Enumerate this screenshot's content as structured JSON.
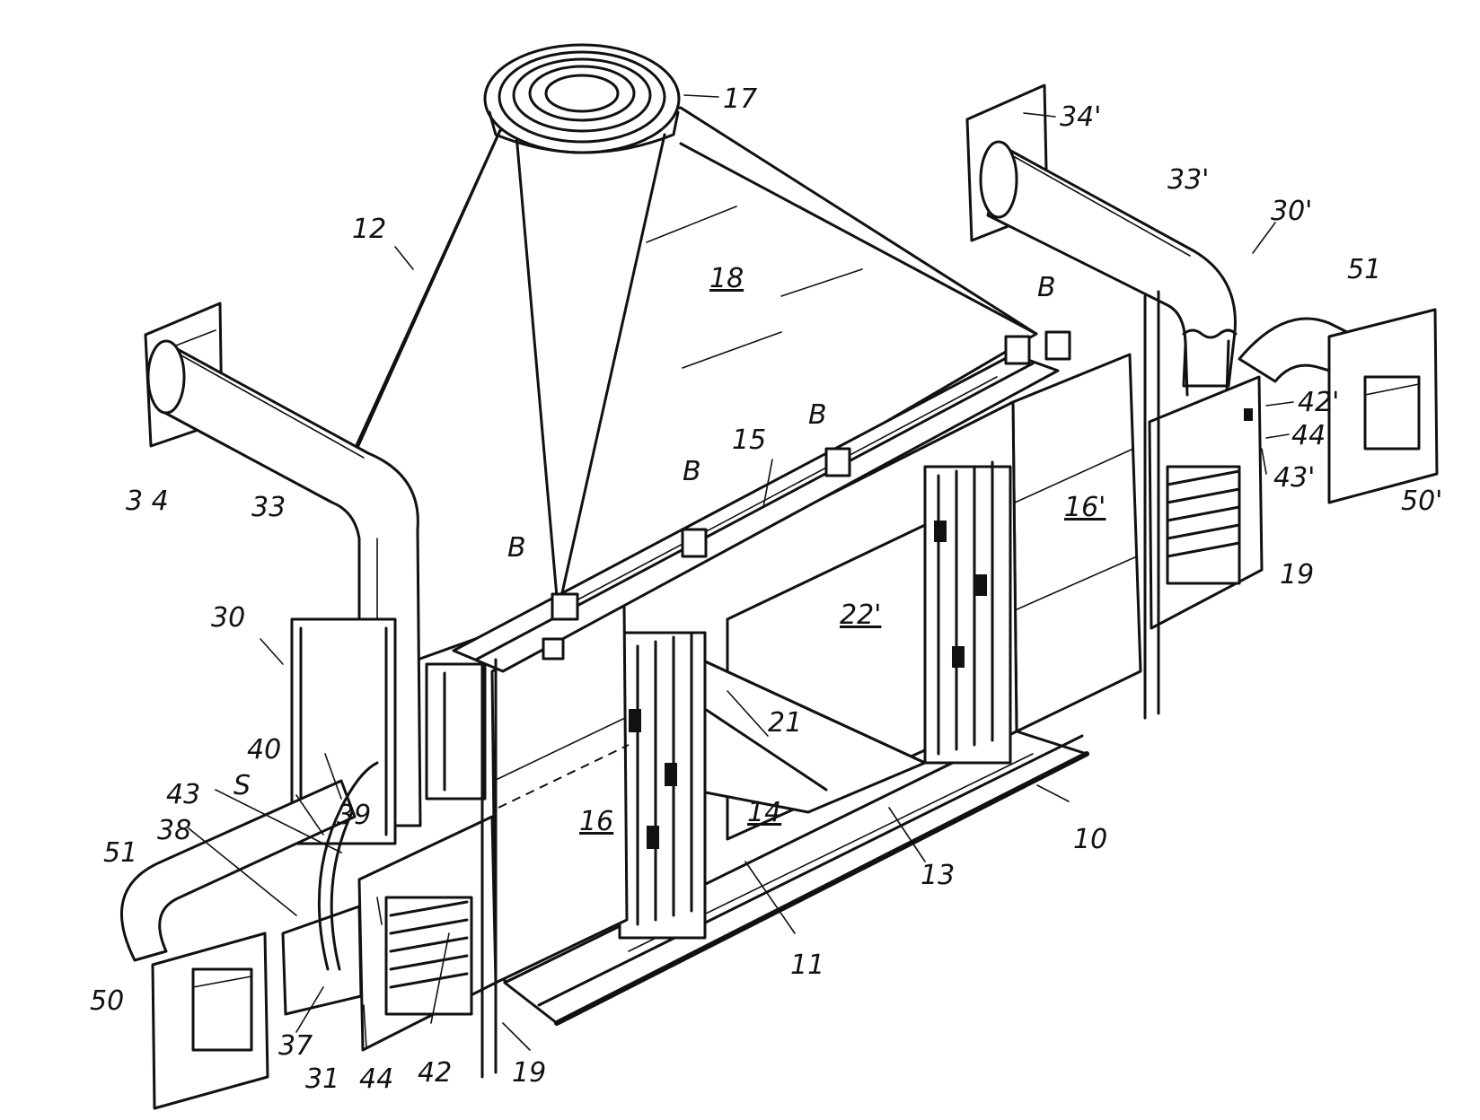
{
  "labels": {
    "l10": "10",
    "l11": "11",
    "l12": "12",
    "l13": "13",
    "l14": "14",
    "l15": "15",
    "l16": "16",
    "l16p": "16'",
    "l17": "17",
    "l18": "18",
    "l19a": "19",
    "l19b": "19",
    "l21": "21",
    "l22p": "22'",
    "l30": "30",
    "l30p": "30'",
    "l31": "31",
    "l33": "33",
    "l33p": "33'",
    "l34": "3 4",
    "l34p": "34'",
    "l37": "37",
    "l38": "38",
    "l39": "39",
    "l40": "40",
    "l42": "42",
    "l42p": "42'",
    "l43": "43",
    "l43p": "43'",
    "l44": "44",
    "l44p": "44'",
    "l50": "50",
    "l50p": "50'",
    "l51a": "51",
    "l51b": "51",
    "lS": "S",
    "lB1": "B",
    "lB2": "B",
    "lB3": "B",
    "lB4": "B"
  }
}
